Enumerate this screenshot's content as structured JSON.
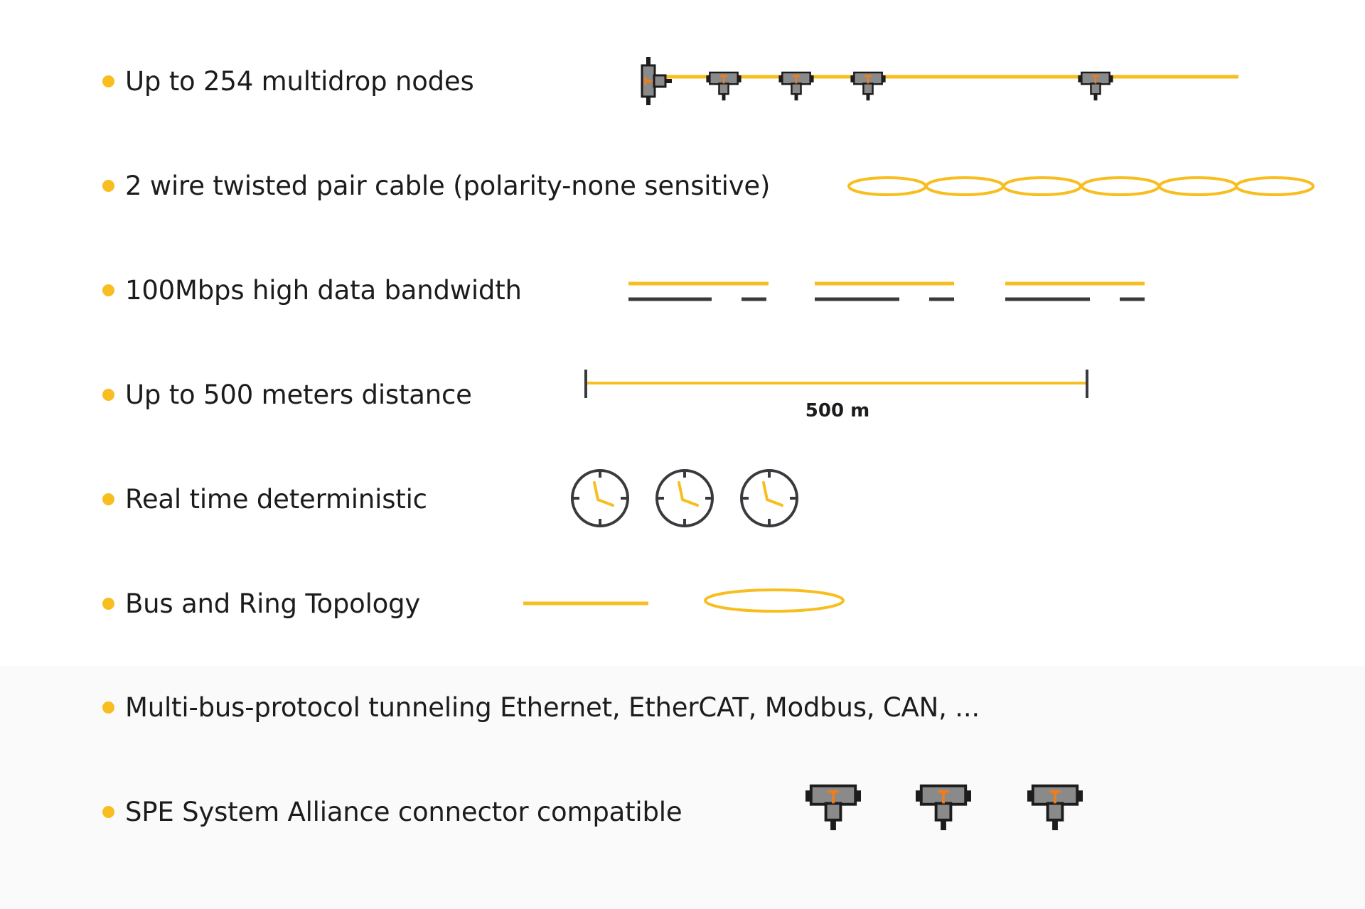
{
  "colors": {
    "accent": "#f8be1f",
    "dark": "#3a3a3e",
    "text": "#1c1c1c",
    "connector_body": "#8a8a8a",
    "connector_center": "#f07d1a"
  },
  "features": [
    {
      "label": "Up to 254 multidrop nodes",
      "illustration": "multidrop-bus-connectors-icon"
    },
    {
      "label": "2 wire twisted pair cable (polarity-none sensitive)",
      "illustration": "twisted-pair-icon"
    },
    {
      "label": "100Mbps high data bandwidth",
      "illustration": "data-bandwidth-icon"
    },
    {
      "label": "Up to 500 meters distance",
      "illustration": "distance-scale-icon",
      "distance_label": "500 m"
    },
    {
      "label": "Real time deterministic",
      "illustration": "clock-icon"
    },
    {
      "label": "Bus and Ring Topology",
      "illustration": "bus-ring-topology-icon"
    },
    {
      "label": "Multi-bus-protocol tunneling Ethernet, EtherCAT, Modbus, CAN, ...",
      "illustration": ""
    },
    {
      "label": "SPE System Alliance connector compatible",
      "illustration": "t-connector-icon"
    }
  ]
}
